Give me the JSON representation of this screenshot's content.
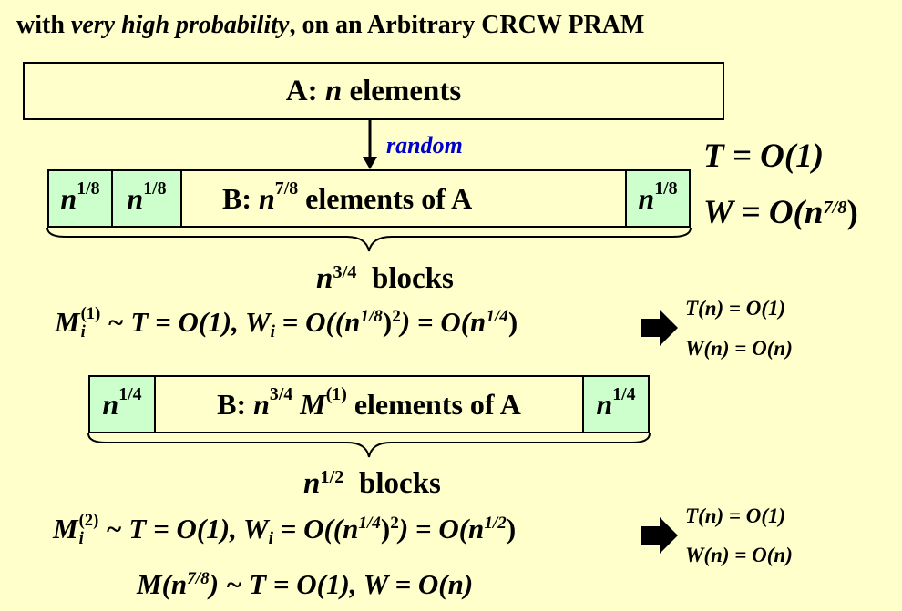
{
  "subtitle": {
    "prefix": "with",
    "emph": "very high probability",
    "suffix": ", on an Arbitrary CRCW PRAM"
  },
  "box_a": {
    "label": "A:",
    "var": "n",
    "rest": "elements"
  },
  "arrow_label": "random",
  "box_b1": {
    "cells": [
      "1/8",
      "1/8",
      "1/8"
    ],
    "label": "B:",
    "var": "n",
    "exp": "7/8",
    "rest": "elements of A"
  },
  "right_formulas": {
    "t": "T = O(1)",
    "w_prefix": "W = O(n",
    "w_exp": "7/8",
    "w_suffix": ")"
  },
  "blocks1": {
    "var": "n",
    "exp": "3/4",
    "word": "blocks"
  },
  "level1": {
    "m": "M",
    "sup": "(1)",
    "sub": "i",
    "mid": " ~ T = O(1),  W",
    "wsub": "i",
    "eq1": " = O((n",
    "exp1": "1/8",
    "eq2": ")",
    "sq": "2",
    "eq3": ") = O(n",
    "exp2": "1/4",
    "end": ")",
    "result_t": "T(n) = O(1)",
    "result_w": "W(n) = O(n)"
  },
  "box_b2": {
    "cells": [
      "1/4",
      "1/4"
    ],
    "label": "B:",
    "var": "n",
    "exp": "3/4",
    "m": "M",
    "msup": "(1)",
    "rest": "elements of A"
  },
  "blocks2": {
    "var": "n",
    "exp": "1/2",
    "word": "blocks"
  },
  "level2": {
    "m": "M",
    "sup": "(2)",
    "sub": "i",
    "mid": " ~ T = O(1),  W",
    "wsub": "i",
    "eq1": " = O((n",
    "exp1": "1/4",
    "eq2": ")",
    "sq": "2",
    "eq3": ") = O(n",
    "exp2": "1/2",
    "end": ")",
    "result_t": "T(n) = O(1)",
    "result_w": "W(n) = O(n)"
  },
  "final": {
    "prefix": "M(n",
    "exp": "7/8",
    "suffix": ") ~ T = O(1),  W = O(n)"
  }
}
